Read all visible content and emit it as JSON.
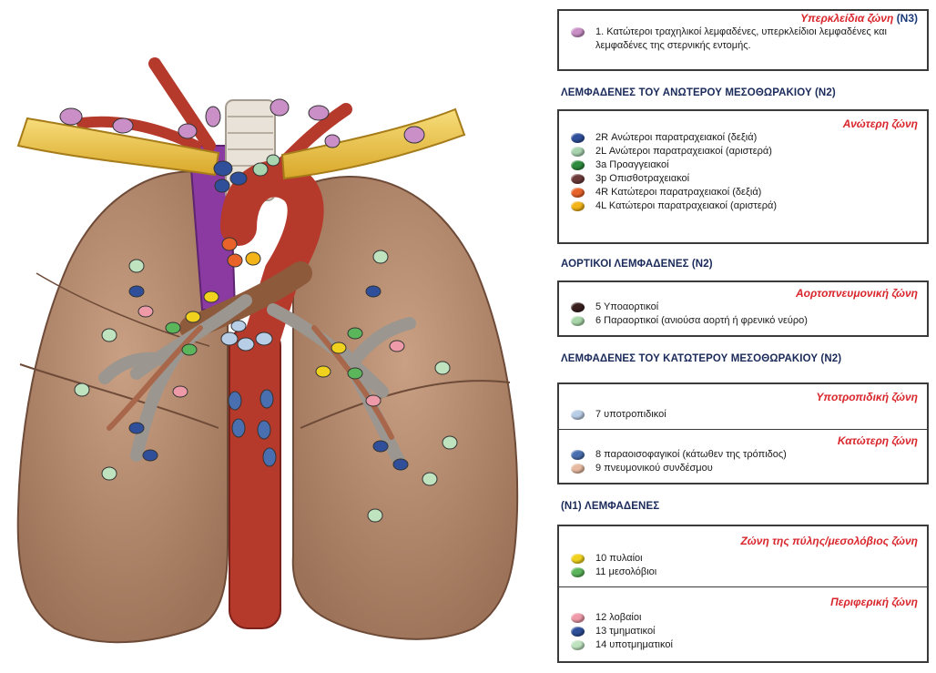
{
  "legend": {
    "box_n3": {
      "zone": "Υπερκλείδια ζώνη",
      "zone_suffix": "(N3)",
      "items": [
        {
          "label": "1. Κατώτεροι τραχηλικοί λεμφαδένες, υπερκλείδιοι λεμφαδένες και λεμφαδένες της στερνικής εντομής.",
          "color": "#c98fc6"
        }
      ]
    },
    "heading_upper": "ΛΕΜΦΑΔΕΝΕΣ ΤΟΥ ΑΝΩΤΕΡΟΥ ΜΕΣΟΘΩΡΑΚΙΟΥ (N2)",
    "box_upper": {
      "zone": "Ανώτερη ζώνη",
      "items": [
        {
          "label": "2R Ανώτεροι παρατραχειακοί (δεξιά)",
          "color": "#2f4f9a"
        },
        {
          "label": "2L Ανώτεροι παρατραχειακοί (αριστερά)",
          "color": "#a9d4b0"
        },
        {
          "label": "3a Προαγγειακοί",
          "color": "#2e8b3e"
        },
        {
          "label": "3p Οπισθοτραχειακοί",
          "color": "#6b3a3a"
        },
        {
          "label": "4R Κατώτεροι παρατραχειακοί (δεξιά)",
          "color": "#e8632a"
        },
        {
          "label": "4L Κατώτεροι παρατραχειακοί (αριστερά)",
          "color": "#f2b418"
        }
      ]
    },
    "heading_aortic": "ΑΟΡΤΙΚΟΙ ΛΕΜΦΑΔΕΝΕΣ (N2)",
    "box_aortic": {
      "zone": "Αορτοπνευμονική ζώνη",
      "items": [
        {
          "label": "5 Υποαορτικοί",
          "color": "#3a1f1f"
        },
        {
          "label": "6 Παραορτικοί (ανιούσα αορτή ή φρενικό νεύρο)",
          "color": "#a8d6a8"
        }
      ]
    },
    "heading_lower": "ΛΕΜΦΑΔΕΝΕΣ ΤΟΥ ΚΑΤΩΤΕΡΟΥ ΜΕΣΟΘΩΡΑΚΙΟΥ (N2)",
    "box_lower": {
      "zone_a": "Υποτροπιδική ζώνη",
      "items_a": [
        {
          "label": "7 υποτροπιδικοί",
          "color": "#b8cde6"
        }
      ],
      "zone_b": "Κατώτερη ζώνη",
      "items_b": [
        {
          "label": "8 παραοισοφαγικοί  (κάτωθεν της τρόπιδος)",
          "color": "#4a6fb0"
        },
        {
          "label": "9 πνευμονικού συνδέσμου",
          "color": "#e6b9a0"
        }
      ]
    },
    "heading_n1": "(N1) ΛΕΜΦΑΔΕΝΕΣ",
    "box_n1": {
      "zone_a": "Ζώνη της πύλης/μεσολόβιος ζώνη",
      "items_a": [
        {
          "label": "10 πυλαίοι",
          "color": "#f0d21e"
        },
        {
          "label": "11 μεσολόβιοι",
          "color": "#5bb55b"
        }
      ],
      "zone_b": "Περιφερική ζώνη",
      "items_b": [
        {
          "label": "12 λοβαίοι",
          "color": "#ee9aa8"
        },
        {
          "label": "13 τμηματικοί",
          "color": "#2f4f9a"
        },
        {
          "label": "14 υποτμηματικοί",
          "color": "#bfe3bf"
        }
      ]
    }
  }
}
